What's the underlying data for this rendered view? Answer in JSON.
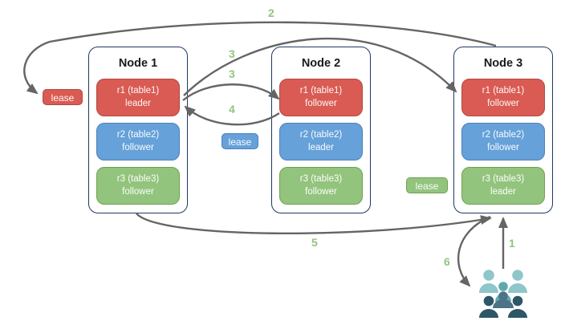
{
  "nodes": [
    {
      "title": "Node 1",
      "replicas": [
        {
          "name": "r1 (table1)",
          "role": "leader"
        },
        {
          "name": "r2 (table2)",
          "role": "follower"
        },
        {
          "name": "r3 (table3)",
          "role": "follower"
        }
      ]
    },
    {
      "title": "Node 2",
      "replicas": [
        {
          "name": "r1 (table1)",
          "role": "follower"
        },
        {
          "name": "r2 (table2)",
          "role": "leader"
        },
        {
          "name": "r3 (table3)",
          "role": "follower"
        }
      ]
    },
    {
      "title": "Node 3",
      "replicas": [
        {
          "name": "r1 (table1)",
          "role": "follower"
        },
        {
          "name": "r2 (table2)",
          "role": "follower"
        },
        {
          "name": "r3 (table3)",
          "role": "leader"
        }
      ]
    }
  ],
  "leases": [
    {
      "label": "lease",
      "color": "#d95b53"
    },
    {
      "label": "lease",
      "color": "#66a1d9"
    },
    {
      "label": "lease",
      "color": "#93c47d"
    }
  ],
  "steps": {
    "s1": "1",
    "s2": "2",
    "s3a": "3",
    "s3b": "3",
    "s4": "4",
    "s5": "5",
    "s6": "6"
  },
  "icons": {
    "users": "users-group-icon"
  },
  "colors": {
    "replica_red": "#d95b53",
    "replica_red_border": "#b04a43",
    "replica_blue": "#66a1d9",
    "replica_blue_border": "#4a81ba",
    "replica_green": "#93c47d",
    "replica_green_border": "#6fa153",
    "node_border": "#1f3864",
    "arrow": "#656565",
    "step_label": "#93c47d"
  }
}
